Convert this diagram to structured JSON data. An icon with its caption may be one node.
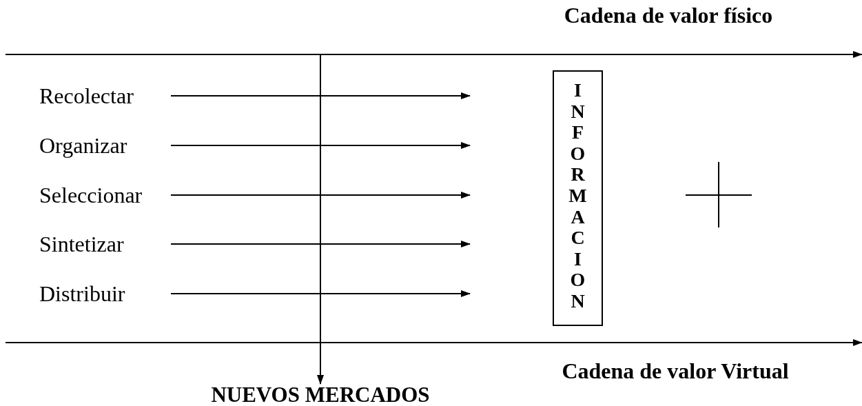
{
  "diagram": {
    "nodes": [
      {
        "text": [
          "Recolectar"
        ]
      },
      {
        "text": [
          "Organizar"
        ]
      },
      {
        "text": [
          "Seleccionar"
        ]
      },
      {
        "text": [
          "Sintetizar"
        ]
      },
      {
        "text": [
          "Distribuir"
        ]
      },
      {
        "text": [
          "INFORMACION"
        ]
      },
      {
        "text": [
          "NUEVOS MERCADOS"
        ]
      }
    ],
    "edges": [
      {
        "from": 0,
        "to": null,
        "arrow": "to"
      },
      {
        "from": 1,
        "to": null,
        "arrow": "to"
      },
      {
        "from": 2,
        "to": null,
        "arrow": "to"
      },
      {
        "from": 3,
        "to": null,
        "arrow": "to"
      },
      {
        "from": 4,
        "to": null,
        "arrow": "to"
      },
      {
        "from": null,
        "to": 6,
        "arrow": "to"
      }
    ],
    "labels": [
      "Cadena de valor físico",
      "Cadena de valor Virtual"
    ]
  }
}
